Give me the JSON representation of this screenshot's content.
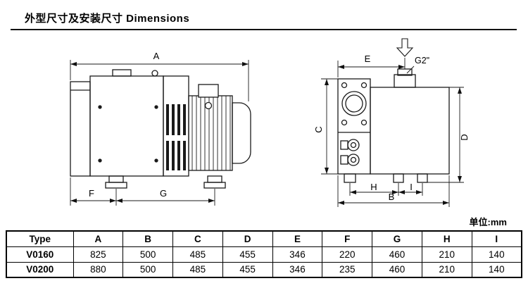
{
  "page": {
    "title": "外型尺寸及安装尺寸 Dimensions",
    "unit_label": "单位:mm"
  },
  "drawings": {
    "side_view": {
      "dim_length_total": "A",
      "dim_foot_front": "F",
      "dim_foot_span": "G"
    },
    "end_view": {
      "dim_width_top": "E",
      "port_label": "G2\"",
      "dim_height_left": "C",
      "dim_height_right": "D",
      "dim_foot_left": "H",
      "dim_foot_right": "I",
      "dim_width_bottom": "B"
    }
  },
  "table": {
    "columns": [
      "Type",
      "A",
      "B",
      "C",
      "D",
      "E",
      "F",
      "G",
      "H",
      "I"
    ],
    "rows": [
      {
        "type": "V0160",
        "values": [
          "825",
          "500",
          "485",
          "455",
          "346",
          "220",
          "460",
          "210",
          "140"
        ]
      },
      {
        "type": "V0200",
        "values": [
          "880",
          "500",
          "485",
          "455",
          "346",
          "235",
          "460",
          "210",
          "140"
        ]
      }
    ]
  }
}
